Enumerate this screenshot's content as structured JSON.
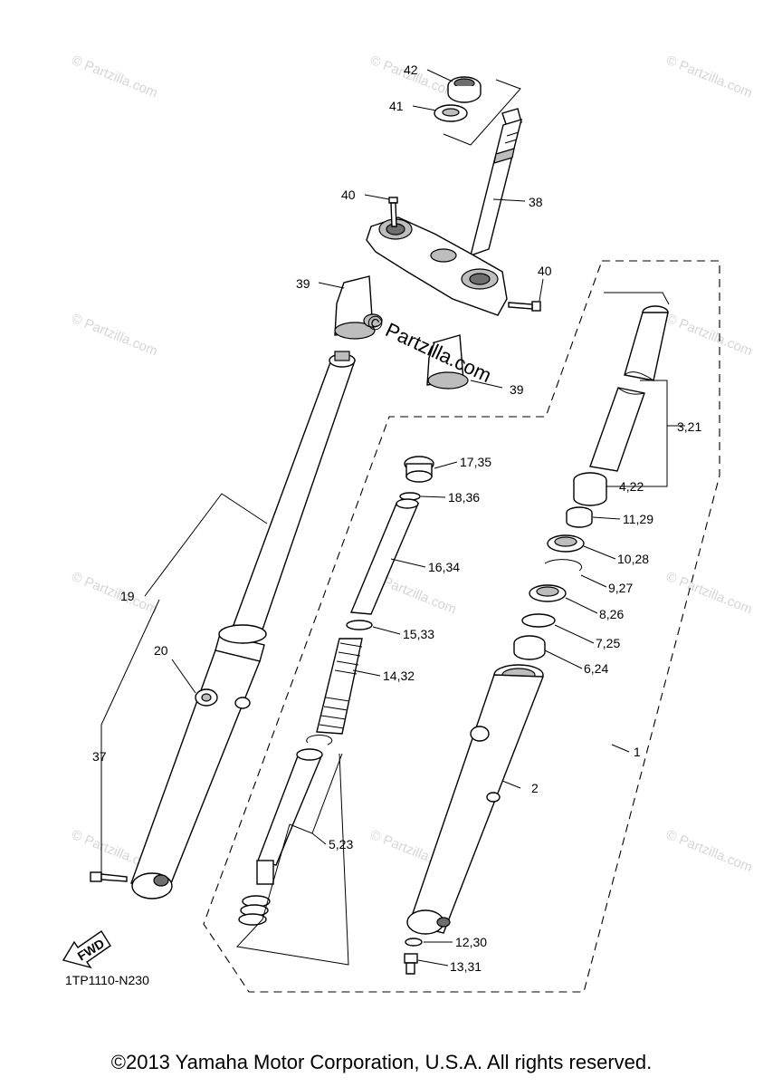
{
  "diagram": {
    "watermark_main": "© Partzilla.com",
    "watermark_small": "© Partzilla.com",
    "diagram_code": "1TP1110-N230",
    "fwd_label": "FWD",
    "copyright": "©2013 Yamaha Motor Corporation, U.S.A. All rights reserved.",
    "callouts": {
      "c42": "42",
      "c41": "41",
      "c40a": "40",
      "c38": "38",
      "c40b": "40",
      "c39a": "39",
      "c39b": "39",
      "c3_21": "3,21",
      "c4_22": "4,22",
      "c11_29": "11,29",
      "c10_28": "10,28",
      "c9_27": "9,27",
      "c8_26": "8,26",
      "c7_25": "7,25",
      "c6_24": "6,24",
      "c17_35": "17,35",
      "c18_36": "18,36",
      "c16_34": "16,34",
      "c15_33": "15,33",
      "c14_32": "14,32",
      "c5_23": "5,23",
      "c19": "19",
      "c20": "20",
      "c37": "37",
      "c1": "1",
      "c2": "2",
      "c12_30": "12,30",
      "c13_31": "13,31"
    }
  }
}
